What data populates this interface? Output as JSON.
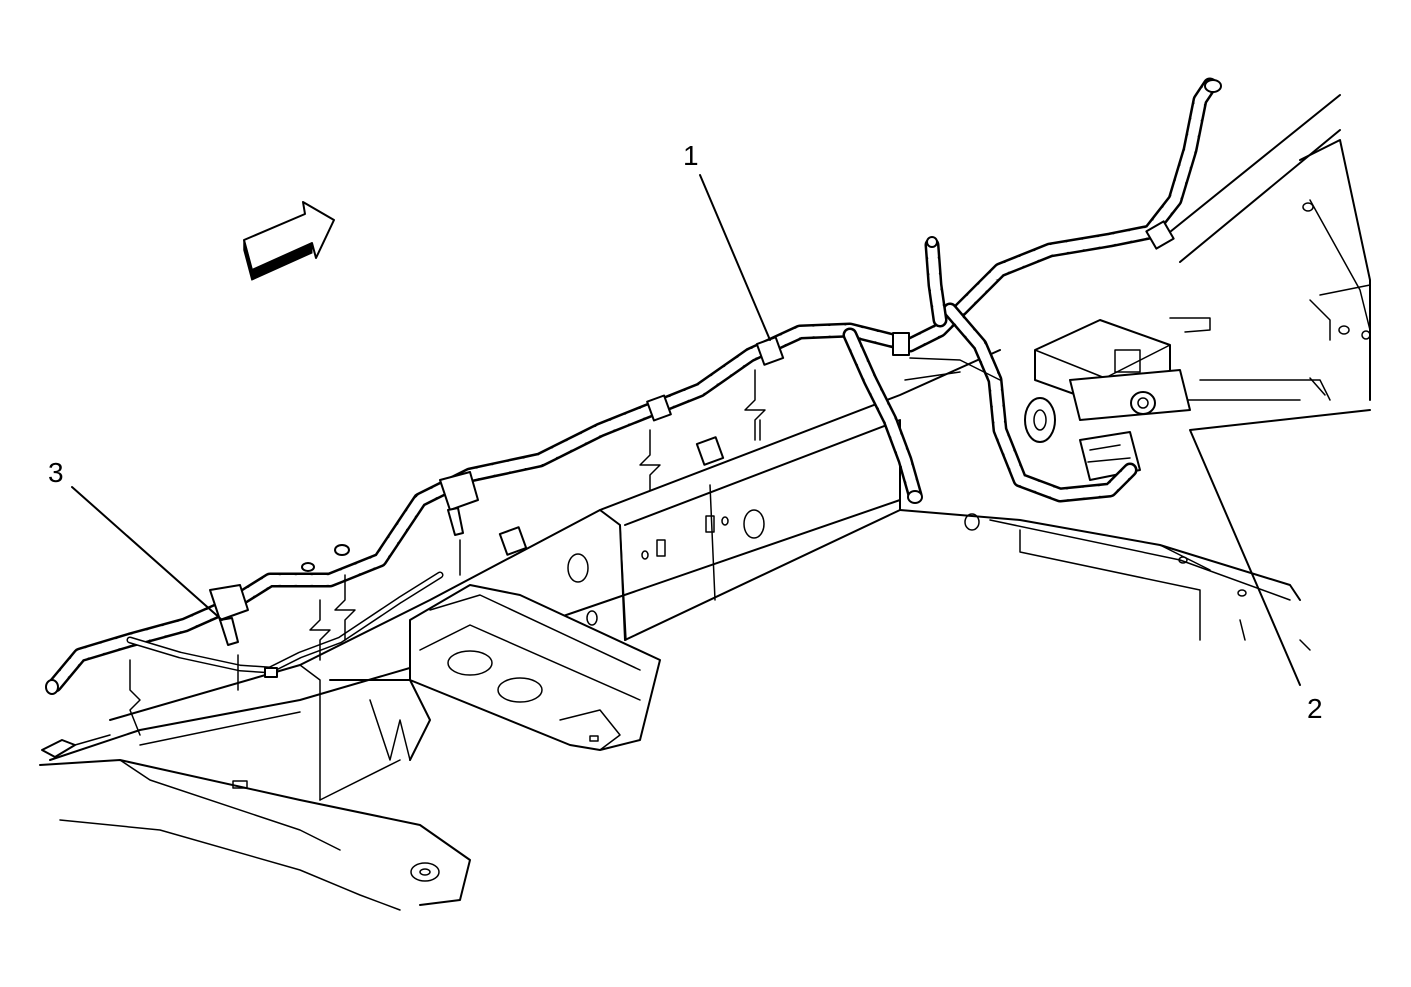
{
  "callouts": [
    {
      "id": "1",
      "label": "1"
    },
    {
      "id": "2",
      "label": "2"
    },
    {
      "id": "3",
      "label": "3"
    }
  ],
  "icons": {
    "direction_arrow": "direction-arrow-icon"
  },
  "colors": {
    "line": "#000000",
    "background": "#ffffff"
  }
}
